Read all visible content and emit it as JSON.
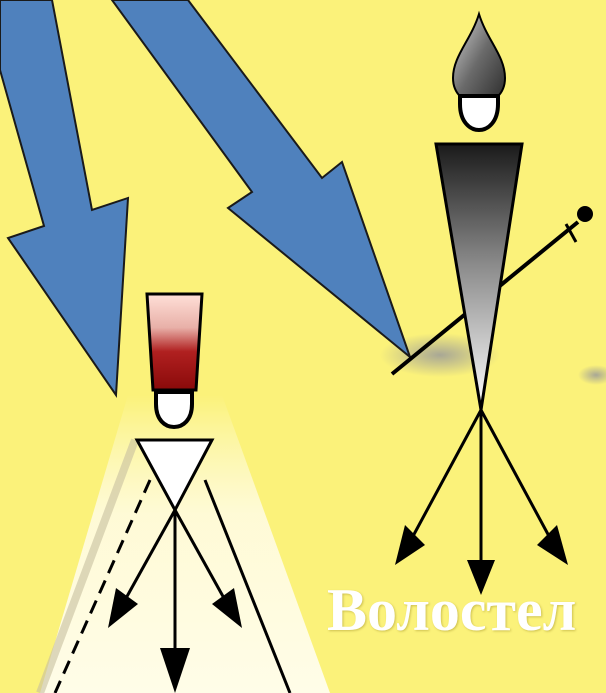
{
  "caption": "Волостел",
  "colors": {
    "background": "#fbf27a",
    "arrow_fill": "#4f81bd",
    "arrow_stroke": "#1a1a1a",
    "caption_text": "#ffffff",
    "ink": "#000000",
    "red_cup": "#a01010"
  },
  "figures": [
    {
      "name": "lower-left-figure",
      "icon": "cup-head-figure-icon"
    },
    {
      "name": "right-figure",
      "icon": "drop-head-figure-with-staff-icon"
    }
  ],
  "arrows": [
    {
      "name": "left-blue-arrow",
      "direction": "down-right"
    },
    {
      "name": "right-blue-arrow",
      "direction": "down-right"
    }
  ]
}
